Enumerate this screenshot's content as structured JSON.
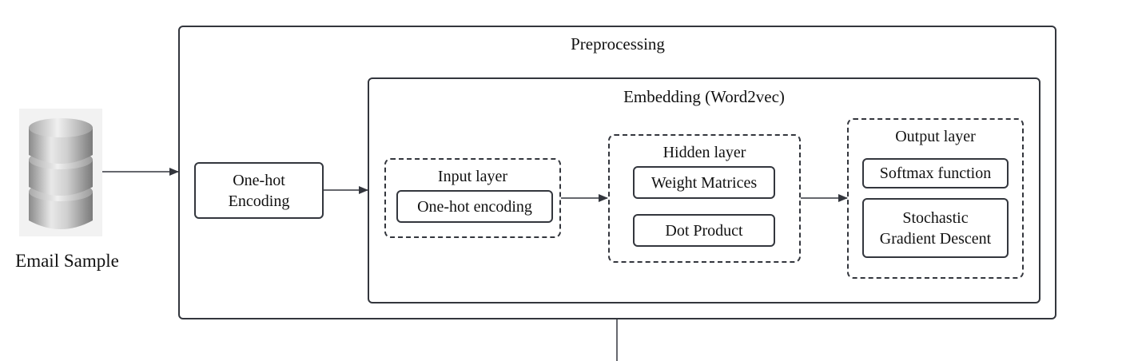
{
  "source": {
    "label": "Email Sample",
    "icon": "database-icon"
  },
  "preprocessing": {
    "title": "Preprocessing",
    "onehot_node": "One-hot\nEncoding"
  },
  "embedding": {
    "title": "Embedding (Word2vec)",
    "input_layer": {
      "title": "Input layer",
      "items": [
        "One-hot encoding"
      ]
    },
    "hidden_layer": {
      "title": "Hidden layer",
      "items": [
        "Weight Matrices",
        "Dot Product"
      ]
    },
    "output_layer": {
      "title": "Output layer",
      "items": [
        "Softmax function",
        "Stochastic\nGradient Descent"
      ]
    }
  },
  "colors": {
    "stroke": "#33363d",
    "text": "#111111",
    "background": "#ffffff"
  }
}
